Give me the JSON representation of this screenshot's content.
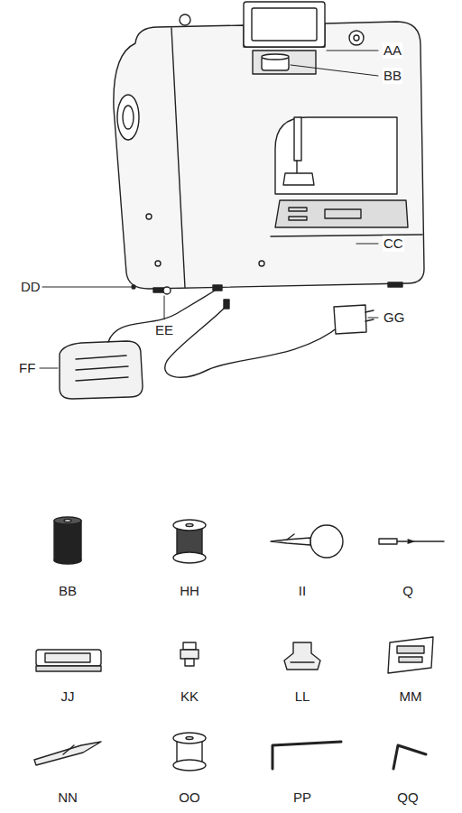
{
  "diagram": {
    "labels": [
      "AA",
      "BB",
      "CC",
      "DD",
      "EE",
      "FF",
      "GG",
      "BB",
      "HH",
      "II",
      "Q",
      "JJ",
      "KK",
      "LL",
      "MM",
      "NN",
      "OO",
      "PP",
      "QQ"
    ]
  }
}
